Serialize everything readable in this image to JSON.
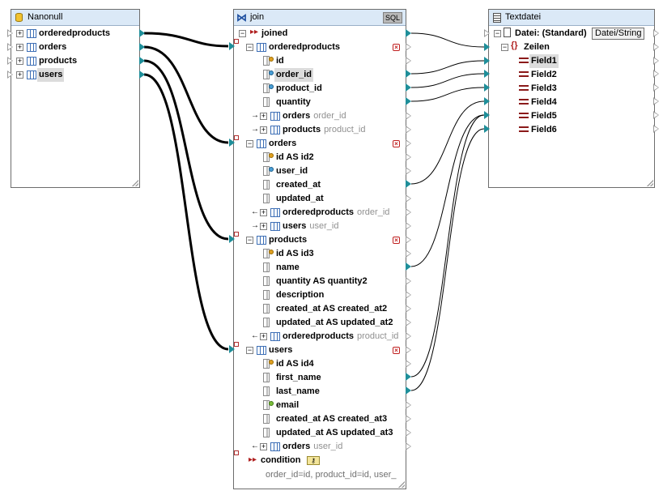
{
  "nanonull": {
    "title": "Nanonull",
    "items": [
      "orderedproducts",
      "orders",
      "products",
      "users"
    ]
  },
  "join": {
    "title": "join",
    "sql_badge": "SQL",
    "root": "joined",
    "orderedproducts": {
      "label": "orderedproducts",
      "fields": [
        "id",
        "order_id",
        "product_id",
        "quantity"
      ],
      "rel1": {
        "label": "orders",
        "key": "order_id"
      },
      "rel2": {
        "label": "products",
        "key": "product_id"
      }
    },
    "orders": {
      "label": "orders",
      "fields": [
        "id AS id2",
        "user_id",
        "created_at",
        "updated_at"
      ],
      "rel1": {
        "label": "orderedproducts",
        "key": "order_id"
      },
      "rel2": {
        "label": "users",
        "key": "user_id"
      }
    },
    "products": {
      "label": "products",
      "fields": [
        "id AS id3",
        "name",
        "quantity AS quantity2",
        "description",
        "created_at AS created_at2",
        "updated_at AS updated_at2"
      ],
      "rel1": {
        "label": "orderedproducts",
        "key": "product_id"
      }
    },
    "users": {
      "label": "users",
      "fields": [
        "id AS id4",
        "first_name",
        "last_name",
        "email",
        "created_at AS created_at3",
        "updated_at AS updated_at3"
      ],
      "rel1": {
        "label": "orders",
        "key": "user_id"
      }
    },
    "condition_label": "condition",
    "condition_text": "order_id=id, product_id=id, user_"
  },
  "textdatei": {
    "title": "Textdatei",
    "file_label": "Datei: (Standard)",
    "file_button": "Datei/String",
    "rows_label": "Zeilen",
    "fields": [
      "Field1",
      "Field2",
      "Field3",
      "Field4",
      "Field5",
      "Field6"
    ]
  },
  "colors": {
    "connector": "#1f8f9a",
    "link": "#000000",
    "header": "#dbe9f7"
  }
}
